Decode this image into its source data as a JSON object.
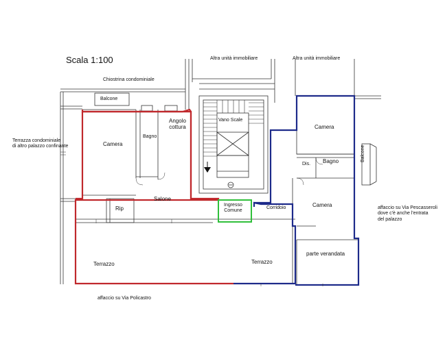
{
  "title": "Scala 1:100",
  "neighbors": {
    "left_unit": "Altra unità immobiliare",
    "right_unit": "Altra unità immobiliare",
    "courtyard": "Chiostrina condominiale",
    "side_terrace": "Terrazza condominiale\ndi altro palazzo confinante"
  },
  "rooms": {
    "balcone_top": "Balcone",
    "camera_left": "Camera",
    "bagno_left": "Bagno",
    "angolo_cottura": "Angolo\ncottura",
    "vano_scale": "Vano Scale",
    "salone": "Salone",
    "rip": "Rip",
    "ingresso": "Ingresso\nComune",
    "corridoio": "Corridoio",
    "camera_right_top": "Camera",
    "dis": "Dis.",
    "bagno_right": "Bagno",
    "balcone_side": "Balcone",
    "camera_right": "Camera",
    "parte_verandata": "parte verandata",
    "terrazzo_left": "Terrazzo",
    "terrazzo_right": "Terrazzo"
  },
  "notes": {
    "via_pescasseroli": "affaccio su Via Pescasseroli\ndove c'è anche l'entrata\ndel palazzo",
    "via_policastro": "affaccio su   Via Policastro"
  },
  "colors": {
    "unit_left": "#c0282c",
    "unit_right": "#1d2a8a",
    "entrance": "#2fbf3a",
    "wall": "#333333"
  }
}
